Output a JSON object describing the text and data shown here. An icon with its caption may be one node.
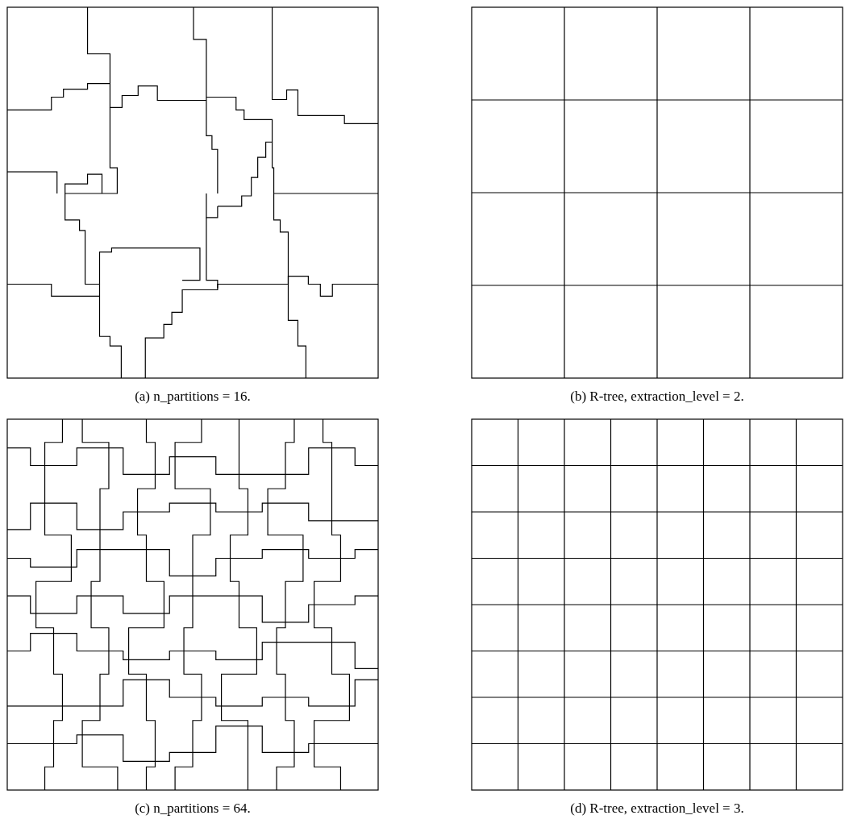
{
  "diagram": {
    "labels": [
      "(a) n_partitions = 16.",
      "(b) R-tree, extraction_level = 2.",
      "(c) n_partitions = 64.",
      "(d) R-tree, extraction_level = 3."
    ]
  }
}
